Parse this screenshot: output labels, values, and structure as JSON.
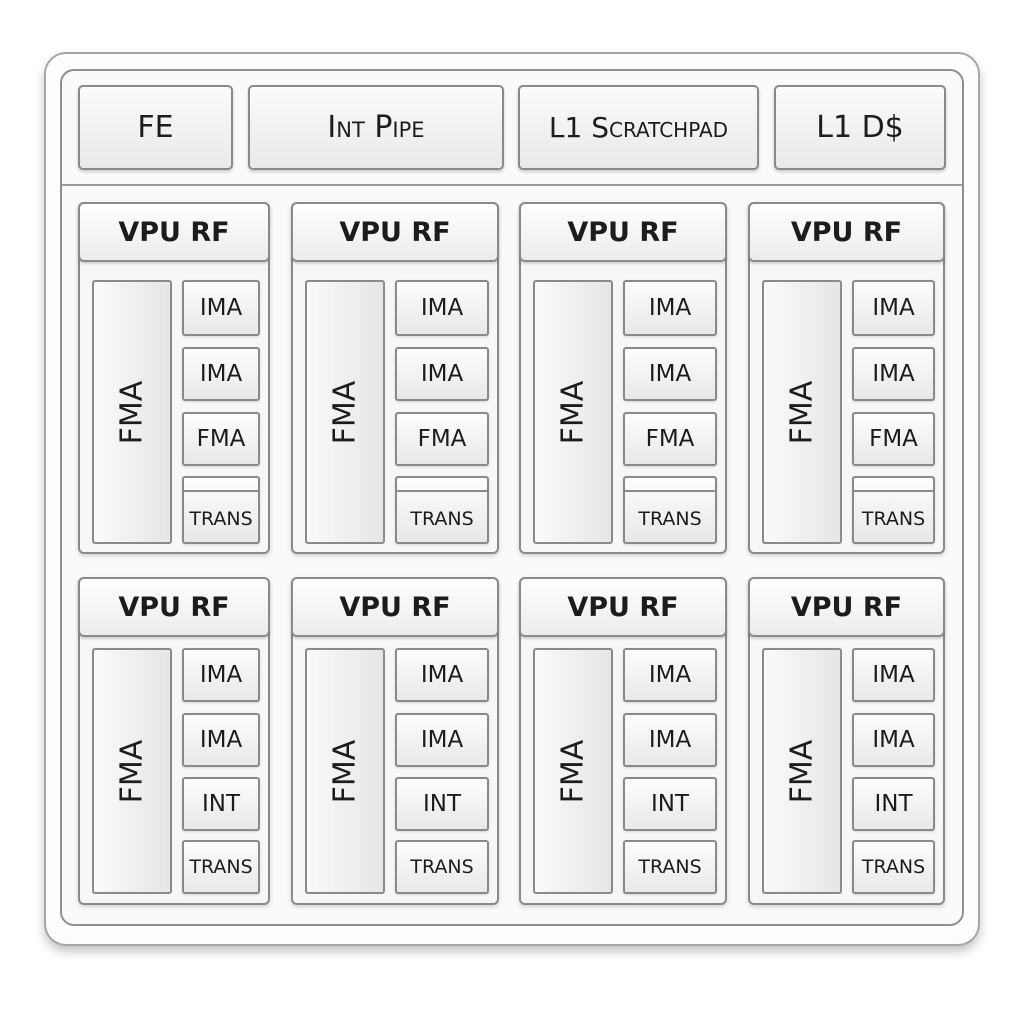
{
  "top_units": [
    {
      "id": "fe",
      "label": "FE"
    },
    {
      "id": "int-pipe",
      "label": "Int Pipe"
    },
    {
      "id": "l1-scratchpad",
      "label": "L1 Scratchpad"
    },
    {
      "id": "l1-dcache",
      "label": "L1 D$"
    }
  ],
  "lanes": [
    {
      "rf": "VPU RF",
      "fma": "FMA",
      "units": [
        "IMA",
        "IMA",
        "FMA",
        "TRANS"
      ]
    },
    {
      "rf": "VPU RF",
      "fma": "FMA",
      "units": [
        "IMA",
        "IMA",
        "FMA",
        "TRANS"
      ]
    },
    {
      "rf": "VPU RF",
      "fma": "FMA",
      "units": [
        "IMA",
        "IMA",
        "FMA",
        "TRANS"
      ]
    },
    {
      "rf": "VPU RF",
      "fma": "FMA",
      "units": [
        "IMA",
        "IMA",
        "FMA",
        "TRANS"
      ]
    },
    {
      "rf": "VPU RF",
      "fma": "FMA",
      "units": [
        "IMA",
        "IMA",
        "INT",
        "TRANS"
      ]
    },
    {
      "rf": "VPU RF",
      "fma": "FMA",
      "units": [
        "IMA",
        "IMA",
        "INT",
        "TRANS"
      ]
    },
    {
      "rf": "VPU RF",
      "fma": "FMA",
      "units": [
        "IMA",
        "IMA",
        "INT",
        "TRANS"
      ]
    },
    {
      "rf": "VPU RF",
      "fma": "FMA",
      "units": [
        "IMA",
        "IMA",
        "INT",
        "TRANS"
      ]
    }
  ]
}
